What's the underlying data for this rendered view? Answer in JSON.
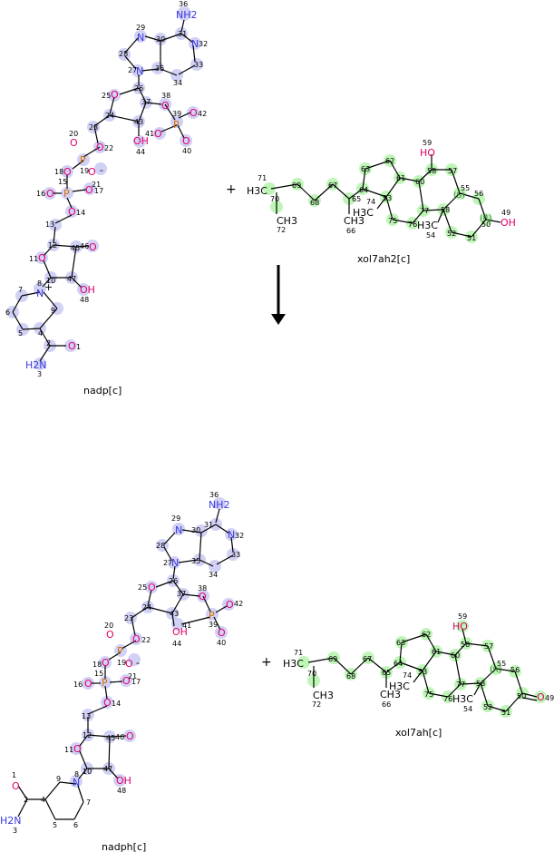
{
  "reaction": {
    "operator_plus": "+",
    "reactants": [
      {
        "name": "nadp[c]"
      },
      {
        "name": "xol7ah2[c]"
      }
    ],
    "products": [
      {
        "name": "nadph[c]"
      },
      {
        "name": "xol7ah[c]"
      }
    ]
  },
  "nadp_atoms": {
    "n36": "36",
    "nh2": "NH2",
    "n29": "29",
    "n30": "30",
    "n31": "31",
    "n32": "32",
    "n28": "28",
    "n33": "33",
    "n27": "27",
    "n35": "35",
    "n34": "34",
    "n26": "26",
    "n25": "25",
    "n38": "38",
    "n37": "37",
    "n39": "39",
    "n42": "42",
    "n24": "24",
    "n43": "43",
    "n23": "23",
    "n41": "41",
    "n40": "40",
    "n44": "44",
    "n20": "20",
    "n22": "22",
    "n18": "18",
    "n19": "19",
    "n15": "15",
    "n21": "21",
    "n16": "16",
    "n17": "17",
    "n14": "14",
    "n13": "13",
    "n12": "12",
    "n45": "45",
    "n46": "46",
    "n11": "11",
    "n10": "10",
    "n47": "47",
    "n48": "48",
    "n7": "7",
    "n8": "8",
    "n6": "6",
    "n9": "9",
    "n5": "5",
    "n4": "4",
    "n2": "2",
    "n1": "1",
    "n3": "3",
    "oh": "OH",
    "h2n": "H2N",
    "plus": "+",
    "minus": "-"
  },
  "xol_atoms": {
    "n71": "71",
    "h3c": "H3C",
    "n70": "70",
    "n69": "69",
    "n68": "68",
    "n67": "67",
    "n65": "65",
    "n66": "66",
    "ch3": "CH3",
    "n72": "72",
    "n63": "63",
    "n62": "62",
    "n64": "64",
    "n61": "61",
    "n60": "60",
    "n74": "74",
    "n59": "59",
    "n58": "58",
    "n57": "57",
    "n53": "53",
    "n55": "55",
    "n56": "56",
    "n75": "75",
    "n77": "77",
    "n76": "76",
    "n54": "54",
    "n52": "52",
    "n50": "50",
    "n51": "51",
    "n49": "49",
    "ho": "HO",
    "oh": "OH",
    "s": "(S)",
    "r": "(R)"
  }
}
